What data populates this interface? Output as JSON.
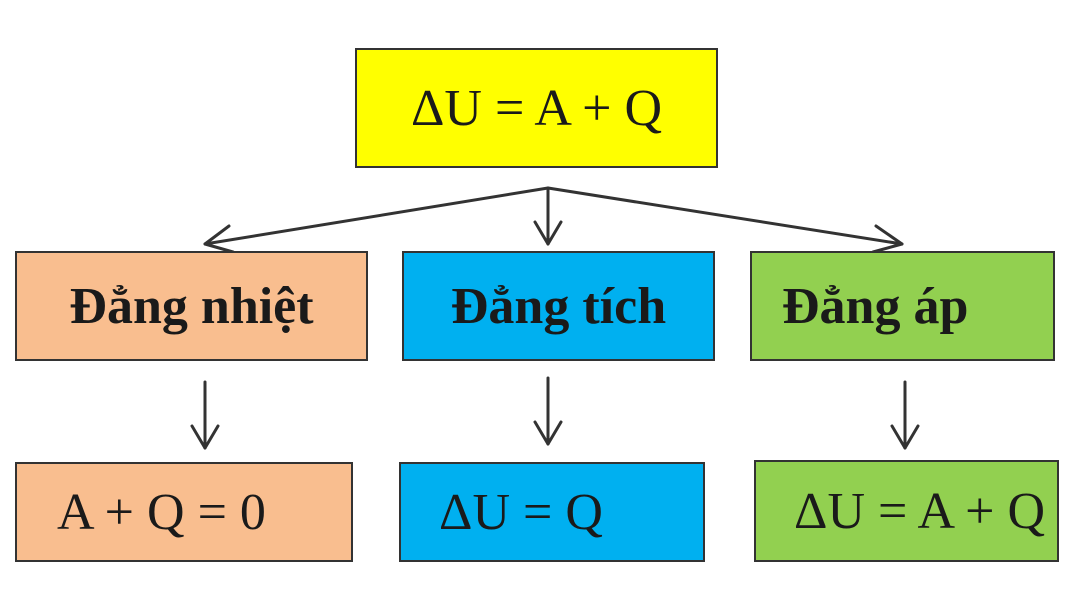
{
  "diagram": {
    "root": {
      "text": "ΔU = A + Q",
      "color": "#ffff00"
    },
    "processes": [
      {
        "label": "Đẳng nhiệt",
        "color": "#f9be8f",
        "result": "A + Q = 0"
      },
      {
        "label": "Đẳng tích",
        "color": "#00b0f0",
        "result": "ΔU = Q"
      },
      {
        "label": "Đẳng áp",
        "color": "#92d050",
        "result": "ΔU = A + Q"
      }
    ],
    "edge_color": "#333333"
  }
}
